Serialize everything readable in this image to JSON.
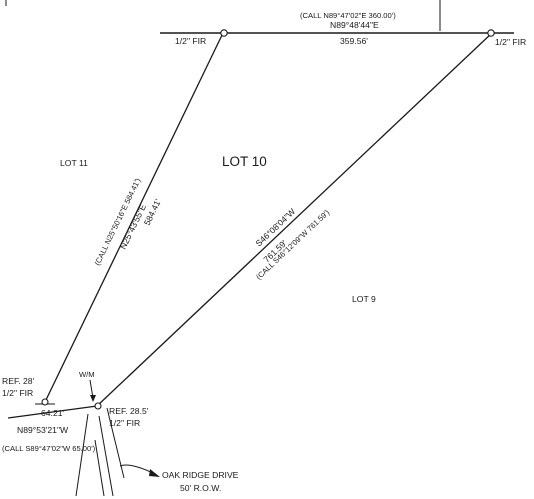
{
  "plat": {
    "top_call": "(CALL N89°47'02\"E 360.00')",
    "top_bearing": "N89°48'44\"E",
    "top_distance": "359.56'",
    "fir_top_left": "1/2\" FIR",
    "fir_top_right": "1/2\" FIR",
    "lot11": "LOT 11",
    "lot10": "LOT 10",
    "lot9": "LOT 9",
    "left_call": "(CALL N25°50'16\"E 584.41')",
    "left_bearing": "N25°43'55\"E",
    "left_distance": "584.41'",
    "diag_bearing": "S46°08'04\"W",
    "diag_distance": "761.59'",
    "diag_call": "(CALL S46°12'09\"W 761.59')",
    "wm": "W/M",
    "ref_left_1": "REF. 28'",
    "ref_left_2": "1/2\" FIR",
    "ref_right_1": "REF. 28.5'",
    "ref_right_2": "1/2\" FIR",
    "bottom_distance": "64.21'",
    "bottom_bearing": "N89°53'21\"W",
    "bottom_call": "(CALL S89°47'02\"W 65.00')",
    "road_name": "OAK RIDGE DRIVE",
    "road_row": "50' R.O.W."
  },
  "colors": {
    "ink": "#1a1a1a",
    "background": "#ffffff"
  }
}
